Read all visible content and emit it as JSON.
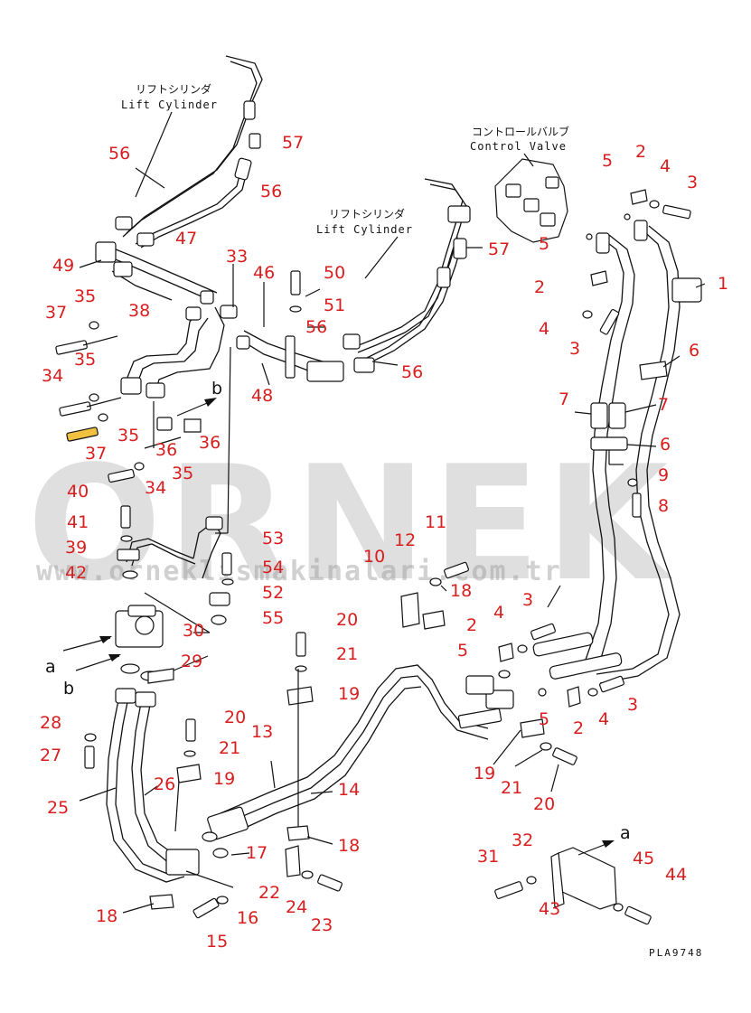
{
  "colors": {
    "callout": "#d81e1e",
    "line": "#111111",
    "watermark": "#9a9a9a",
    "highlight": "#f0c040"
  },
  "watermark": {
    "brand": "ORNEK",
    "url": "www.orneklismakinalari.com.tr"
  },
  "drawing_code": "PLA9748",
  "annotations": {
    "lift_cylinder_jp": "リフトシリンダ",
    "lift_cylinder_en": "Lift Cylinder",
    "control_valve_jp": "コントロールバルブ",
    "control_valve_en": "Control Valve"
  },
  "flow_letters": [
    "a",
    "b"
  ],
  "callouts": [
    "1",
    "2",
    "3",
    "4",
    "5",
    "6",
    "7",
    "8",
    "9",
    "10",
    "11",
    "12",
    "13",
    "14",
    "15",
    "16",
    "17",
    "18",
    "19",
    "20",
    "21",
    "22",
    "23",
    "24",
    "25",
    "26",
    "27",
    "28",
    "29",
    "30",
    "31",
    "32",
    "33",
    "34",
    "35",
    "36",
    "37",
    "38",
    "39",
    "40",
    "41",
    "42",
    "43",
    "44",
    "45",
    "46",
    "47",
    "48",
    "49",
    "50",
    "51",
    "52",
    "53",
    "54",
    "55",
    "56",
    "57"
  ]
}
